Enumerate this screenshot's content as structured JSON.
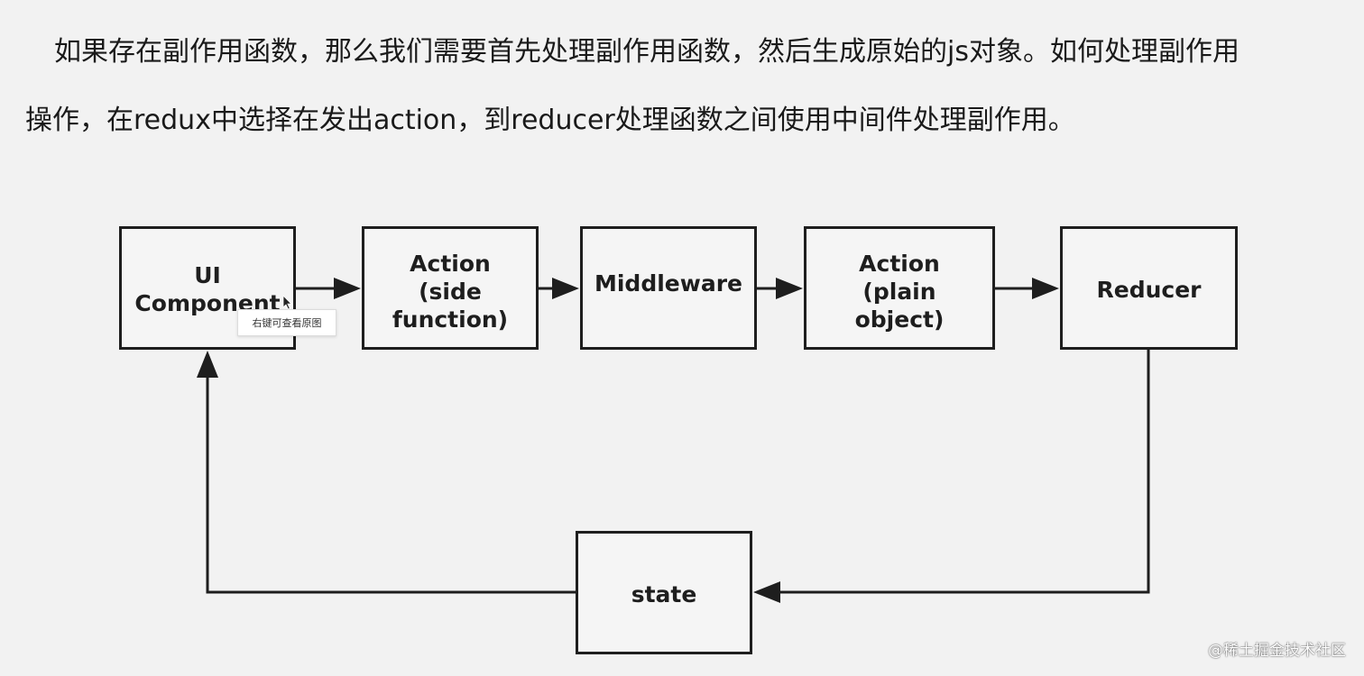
{
  "paragraph": {
    "line_1": "如果存在副作用函数，那么我们需要首先处理副作用函数，然后生成原始的js对象。如何处理副作用",
    "line_2": "操作，在redux中选择在发出action，到reducer处理函数之间使用中间件处理副作用。"
  },
  "diagram": {
    "nodes": {
      "ui_component": "UI\nComponent",
      "action_side": "Action\n(side\nfunction)",
      "middleware": "Middleware",
      "action_plain": "Action\n(plain\nobject)",
      "reducer": "Reducer",
      "state": "state"
    },
    "colors": {
      "stroke": "#1e1e1e",
      "box_fill": "#f5f5f5",
      "background": "#f2f2f2"
    }
  },
  "tooltip": {
    "text": "右键可查看原图"
  },
  "footer": {
    "credit": "@稀土掘金技术社区"
  }
}
